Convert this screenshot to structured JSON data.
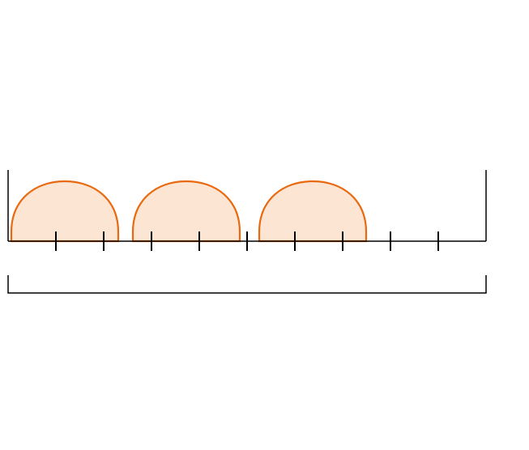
{
  "diagram": {
    "type": "measurement-strip",
    "segments": 10,
    "shapes_count": 3,
    "shape": "arch",
    "colors": {
      "background": "#ffffff",
      "line": "#000000",
      "shape_stroke": "#e8690f",
      "shape_fill": "#fde5d3"
    }
  }
}
